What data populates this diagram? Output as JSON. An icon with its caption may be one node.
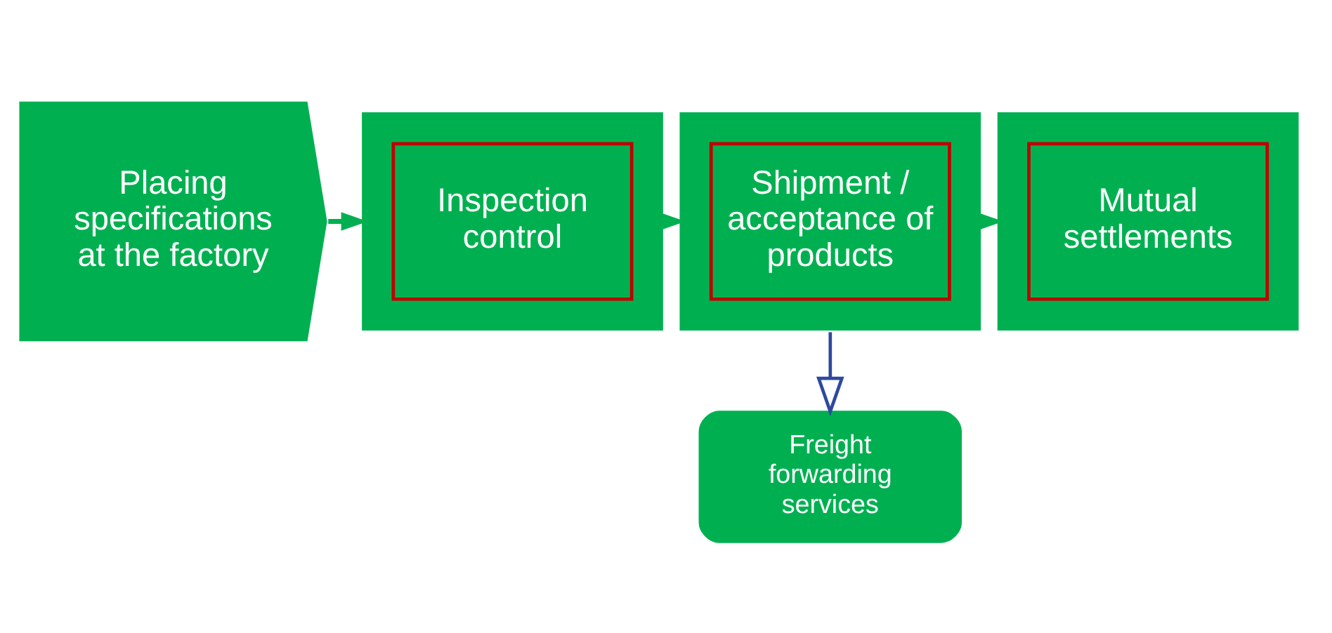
{
  "diagram": {
    "nodes": [
      {
        "text": [
          "Placing specifications at the factory"
        ]
      },
      {
        "text": [],
        "shape": "chevron"
      },
      {
        "text": [
          "Inspection control"
        ],
        "in": 1
      },
      {
        "text": [],
        "shape": "chevron"
      },
      {
        "text": [
          "Shipment / acceptance of products"
        ],
        "in": 3
      },
      {
        "text": [],
        "shape": "chevron"
      },
      {
        "text": [
          "Mutual settlements"
        ],
        "in": 5
      },
      {
        "text": [
          "Freight forwarding services"
        ]
      }
    ],
    "edges": [
      {
        "from": 0,
        "to": 1,
        "arrow": "to"
      },
      {
        "from": 1,
        "to": 3,
        "arrow": "to"
      },
      {
        "from": 3,
        "to": 5,
        "arrow": "to"
      },
      {
        "from": 3,
        "to": 7,
        "arrow": "to",
        "color": "#2e4a9e"
      }
    ]
  }
}
